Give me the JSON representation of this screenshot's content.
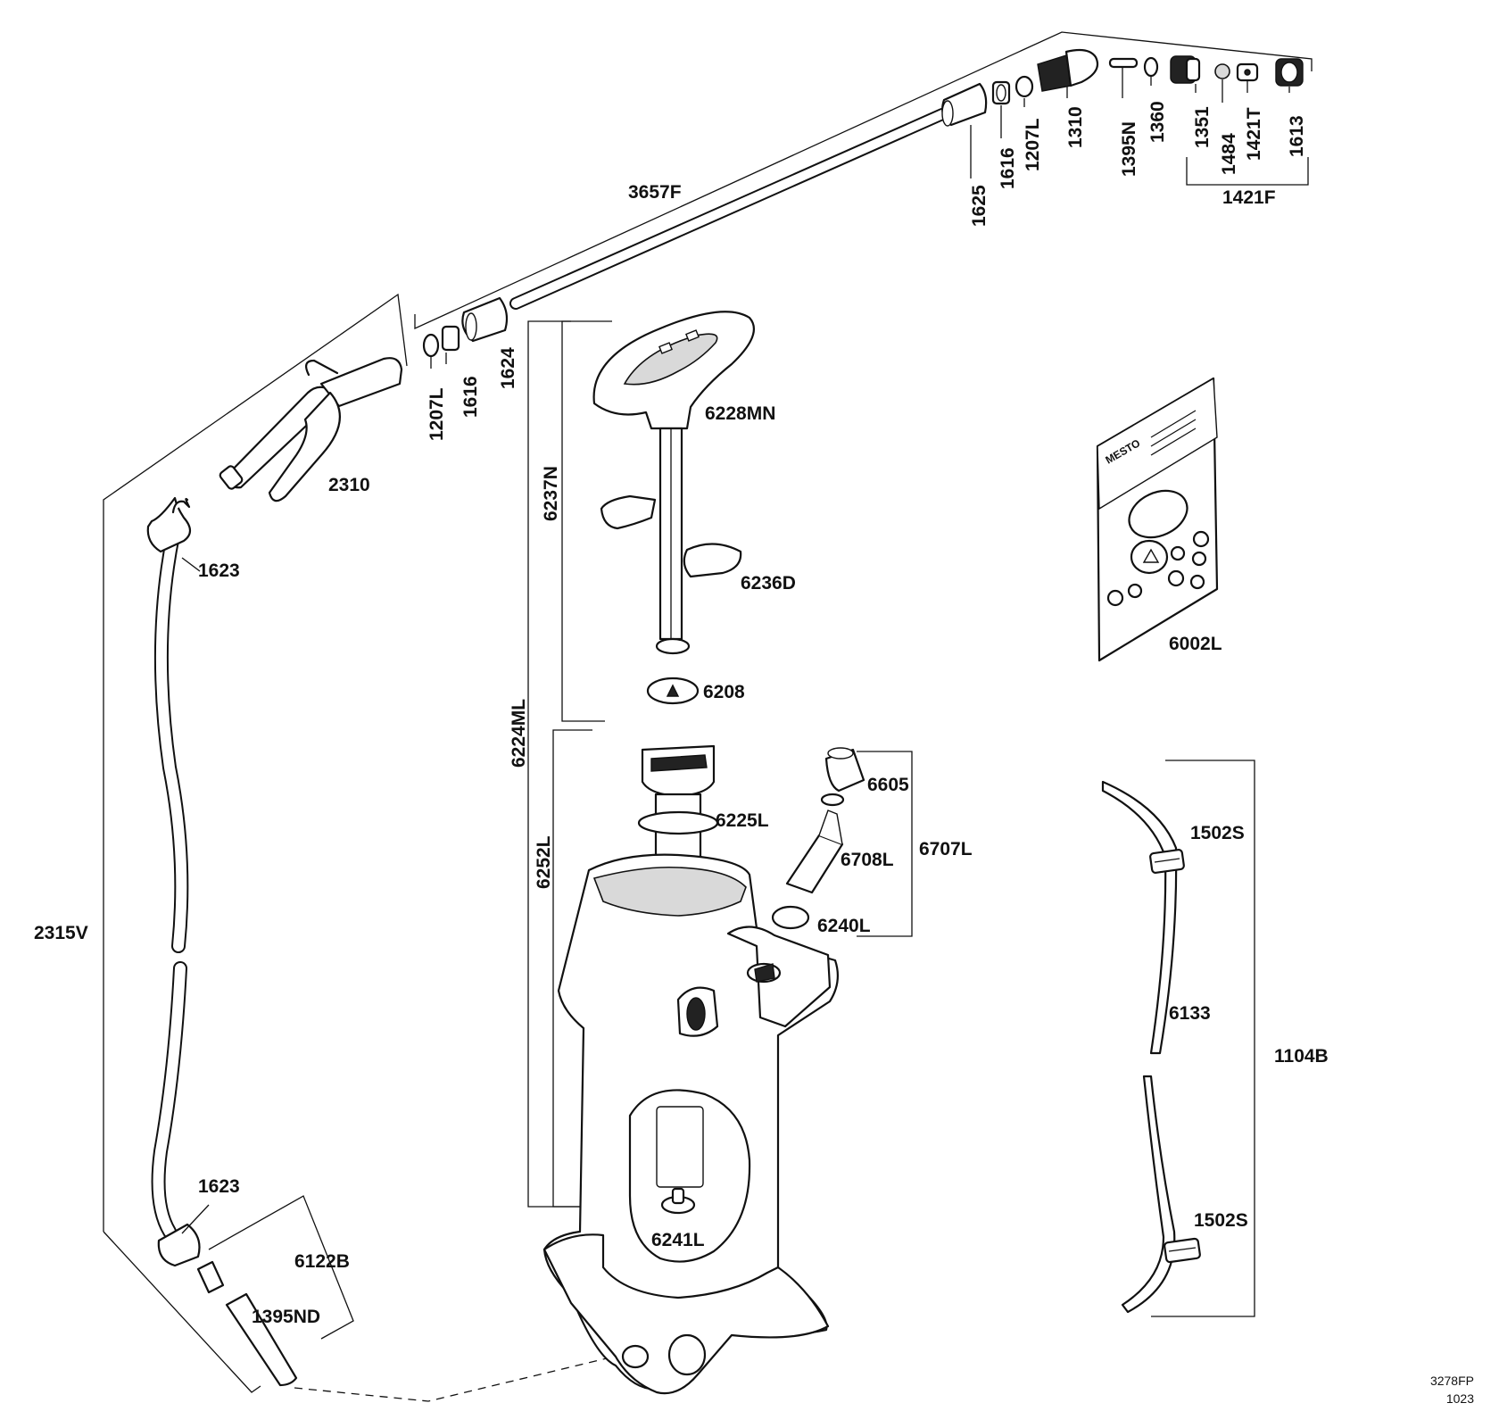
{
  "labels": {
    "l3657F": "3657F",
    "l1625": "1625",
    "l1616a": "1616",
    "l1207La": "1207L",
    "l1310": "1310",
    "l1395N": "1395N",
    "l1360": "1360",
    "l1351": "1351",
    "l1484": "1484",
    "l1421T": "1421T",
    "l1613": "1613",
    "l1421F": "1421F",
    "l1207Lb": "1207L",
    "l1616b": "1616",
    "l1624": "1624",
    "l2310": "2310",
    "l1623a": "1623",
    "l2315V": "2315V",
    "l1623b": "1623",
    "l6122B": "6122B",
    "l1395ND": "1395ND",
    "l6228MN": "6228MN",
    "l6237N": "6237N",
    "l6236D": "6236D",
    "l6208": "6208",
    "l6224ML": "6224ML",
    "l6252L": "6252L",
    "l6225L": "6225L",
    "l6605": "6605",
    "l6708L": "6708L",
    "l6707L": "6707L",
    "l6240L": "6240L",
    "l6241L": "6241L",
    "l6002L": "6002L",
    "l1502Sa": "1502S",
    "l6133": "6133",
    "l1104B": "1104B",
    "l1502Sb": "1502S",
    "brand": "MESTO"
  },
  "footer": {
    "drawing_code": "3278FP",
    "date_code": "1023"
  }
}
